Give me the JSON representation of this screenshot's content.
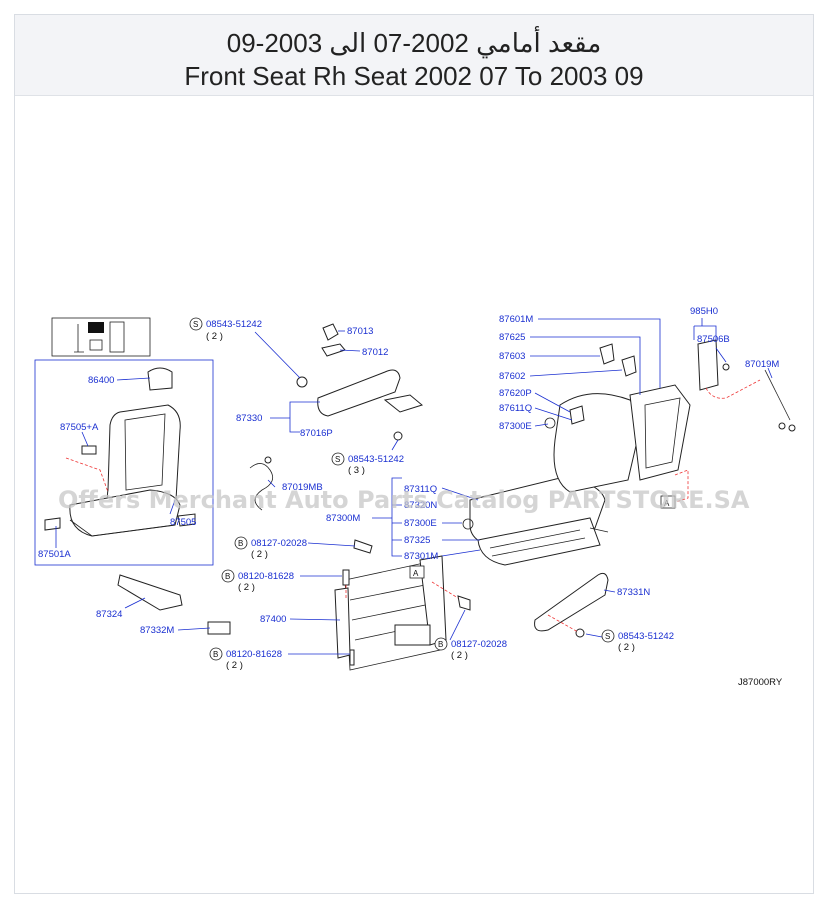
{
  "header": {
    "title_ar": "مقعد أمامي 2002-07 الى 2003-09",
    "title_en": "Front Seat Rh Seat 2002 07 To 2003 09"
  },
  "diagram": {
    "code": "J87000RY",
    "watermark": "Offers Merchant Auto Parts Catalog PARTSTORE.SA",
    "refs": {
      "a1": "A",
      "a2": "A"
    },
    "symbols": {
      "s": "S",
      "b": "B"
    },
    "parts": {
      "p86400": "86400",
      "p87505A": "87505+A",
      "p87505": "87505",
      "p87501A": "87501A",
      "p87324": "87324",
      "p87332M": "87332M",
      "p87330": "87330",
      "p87016P": "87016P",
      "p87013": "87013",
      "p87012": "87012",
      "p87019MB": "87019MB",
      "p87300M": "87300M",
      "p87311Q": "87311Q",
      "p87320N": "87320N",
      "p87300E": "87300E",
      "p87325": "87325",
      "p87301M": "87301M",
      "p87400": "87400",
      "p87601M": "87601M",
      "p87625": "87625",
      "p87603": "87603",
      "p87602": "87602",
      "p87620P": "87620P",
      "p87611Q": "87611Q",
      "p87300E2": "87300E",
      "p985H0": "985H0",
      "p87506B": "87506B",
      "p87019M": "87019M",
      "p87331N": "87331N"
    },
    "fasteners": {
      "f1": "08543-51242",
      "f1q": "( 2 )",
      "f2": "08543-51242",
      "f2q": "( 3 )",
      "f3": "08127-02028",
      "f3q": "( 2 )",
      "f4": "08120-81628",
      "f4q": "( 2 )",
      "f5": "08120-81628",
      "f5q": "( 2 )",
      "f6": "08127-02028",
      "f6q": "( 2 )",
      "f7": "08543-51242",
      "f7q": "( 2 )"
    }
  }
}
